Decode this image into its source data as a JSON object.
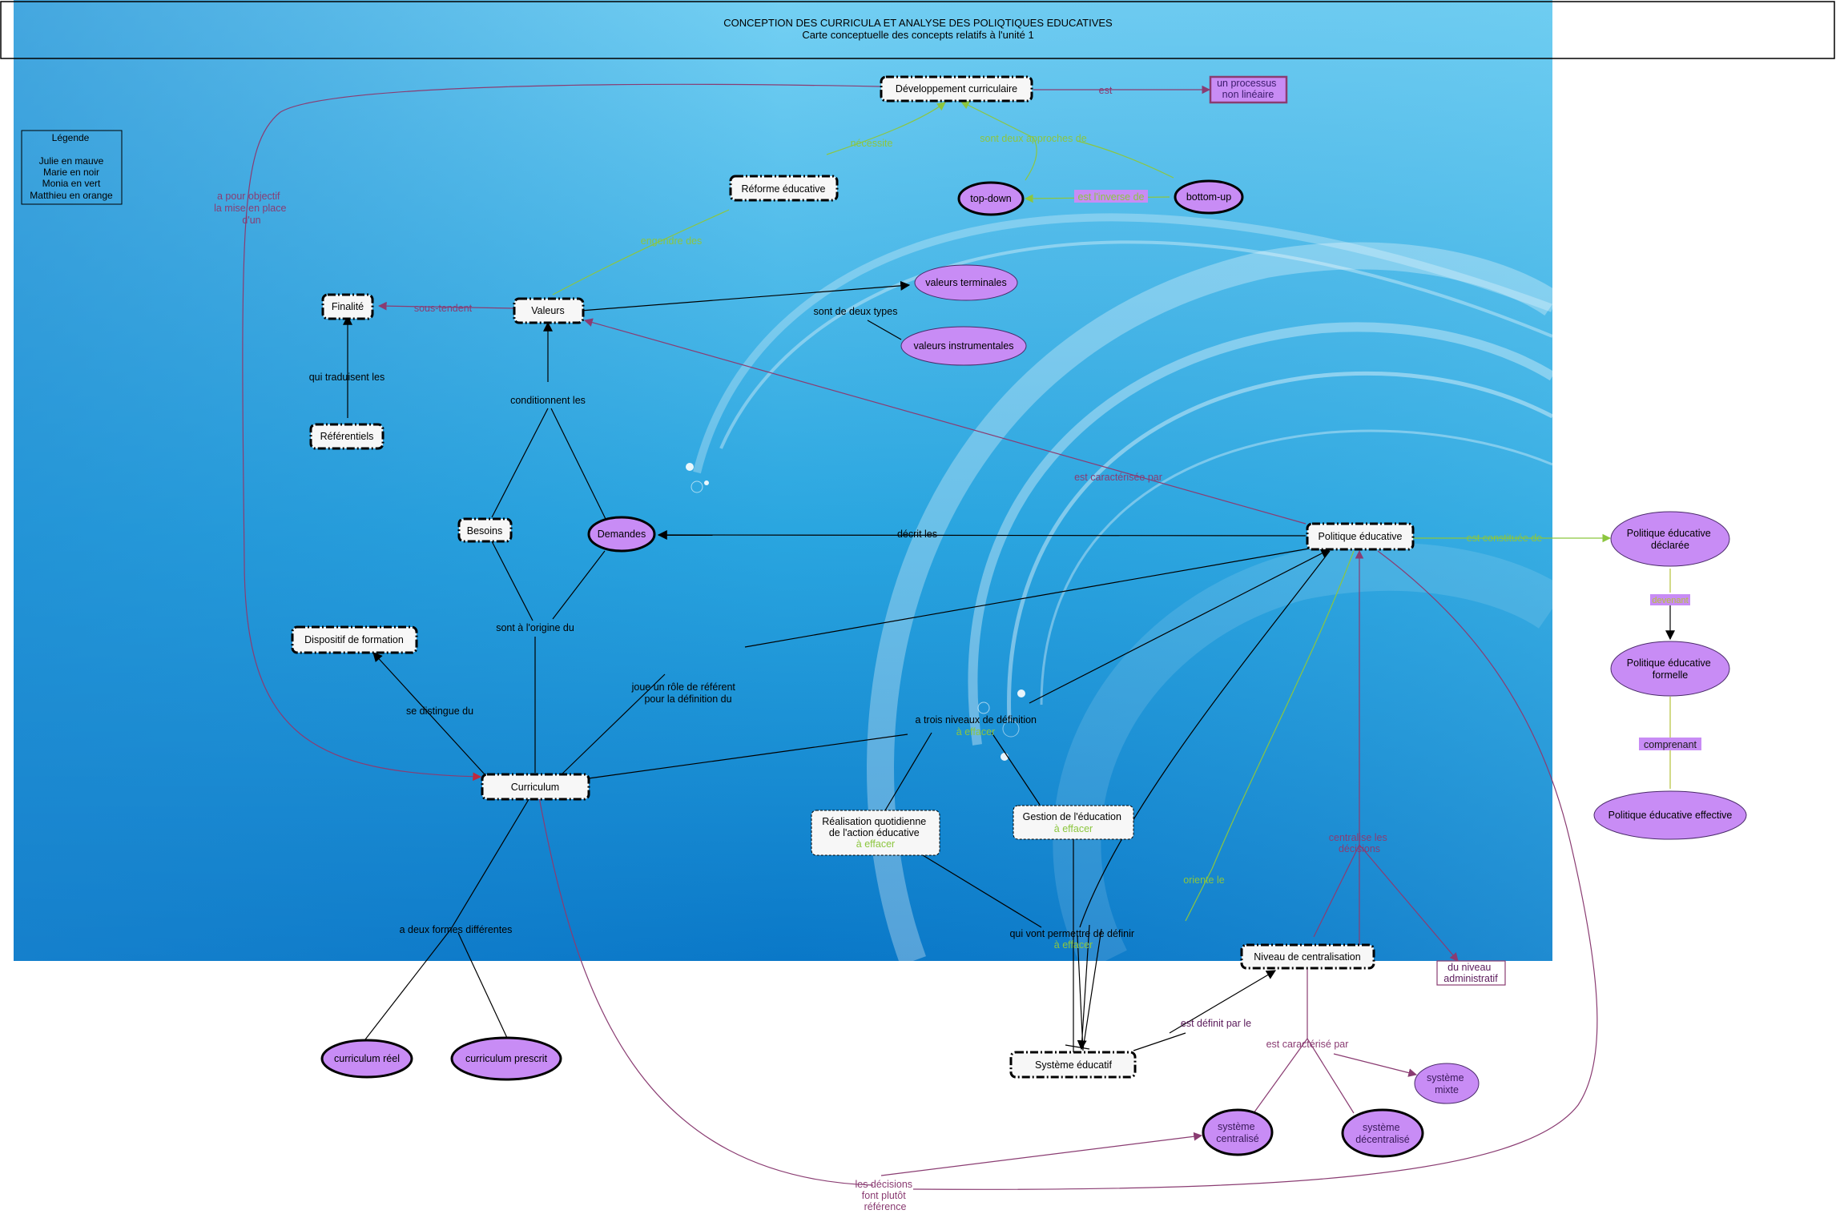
{
  "header": {
    "title": "CONCEPTION DES CURRICULA ET ANALYSE DES POLIQTIQUES EDUCATIVES",
    "subtitle": "Carte conceptuelle des concepts relatifs à l'unité 1"
  },
  "legend": {
    "title": "Légende",
    "lines": [
      "Julie en mauve",
      "Marie en noir",
      "Monia en vert",
      "Matthieu en orange"
    ]
  },
  "colors": {
    "mauve": "#8a3c72",
    "green": "#8cc63f",
    "black": "#000000",
    "purple_fill": "#c88cf5",
    "node_fill": "#f2f2f2"
  },
  "nodes": {
    "dev_curr": "Développement curriculaire",
    "processus": "un processus\nnon linéaire",
    "reforme": "Réforme éducative",
    "top_down": "top-down",
    "bottom_up": "bottom-up",
    "finalite": "Finalité",
    "valeurs": "Valeurs",
    "val_term": "valeurs terminales",
    "val_instr": "valeurs instrumentales",
    "referentiels": "Référentiels",
    "besoins": "Besoins",
    "demandes": "Demandes",
    "politique": "Politique éducative",
    "pol_declaree": "Politique  éducative\ndéclarée",
    "pol_formelle": "Politique  éducative\nformelle",
    "pol_effective": "Politique  éducative effective",
    "dispositif": "Dispositif de formation",
    "curriculum": "Curriculum",
    "realisation": "Réalisation quotidienne\nde l'action éducative\nà effacer",
    "gestion": "Gestion de l'éducation\nà effacer",
    "niveau_centr": "Niveau de centralisation",
    "niveau_admin": "du niveau\nadministratif",
    "systeme_educ": "Système éducatif",
    "curr_reel": "curriculum réel",
    "curr_prescrit": "curriculum prescrit",
    "sys_mixte": "système\nmixte",
    "sys_centralise": "système\ncentralisé",
    "sys_decentralise": "système\ndécentralisé"
  },
  "links": {
    "est": "est",
    "necessite": "nécessite",
    "deux_approches": "sont deux approches de",
    "inverse_de": "est l'inverse de",
    "engendre_des": "engendre des",
    "pour_objectif": "a pour objectif\nla mise en place\nd'un",
    "sous_tendent": "sous-tendent",
    "deux_types": "sont de deux types",
    "traduisent": "qui traduisent les",
    "conditionnent": "conditionnent les",
    "caracterisee": "est caractérisée par",
    "decrit": "décrit les",
    "constituee": "est constituée de",
    "devenant": "devenant",
    "comprenant": "comprenant",
    "origine": "sont à l'origine du",
    "referent": "joue un rôle de référent\npour la définition du",
    "distingue": "se distingue du",
    "trois_niveaux": "a trois niveaux de définition\nà effacer",
    "oriente": "oriente le",
    "centralise": "centralise les\ndécisions",
    "deux_formes": "a deux formes différentes",
    "permettre": "qui vont permettre de définir\nà effacer",
    "definit_par": "est définit par le",
    "caracterise_par": "est caractérisé par",
    "decisions": "les décisions\nfont plutôt\nréférence"
  }
}
